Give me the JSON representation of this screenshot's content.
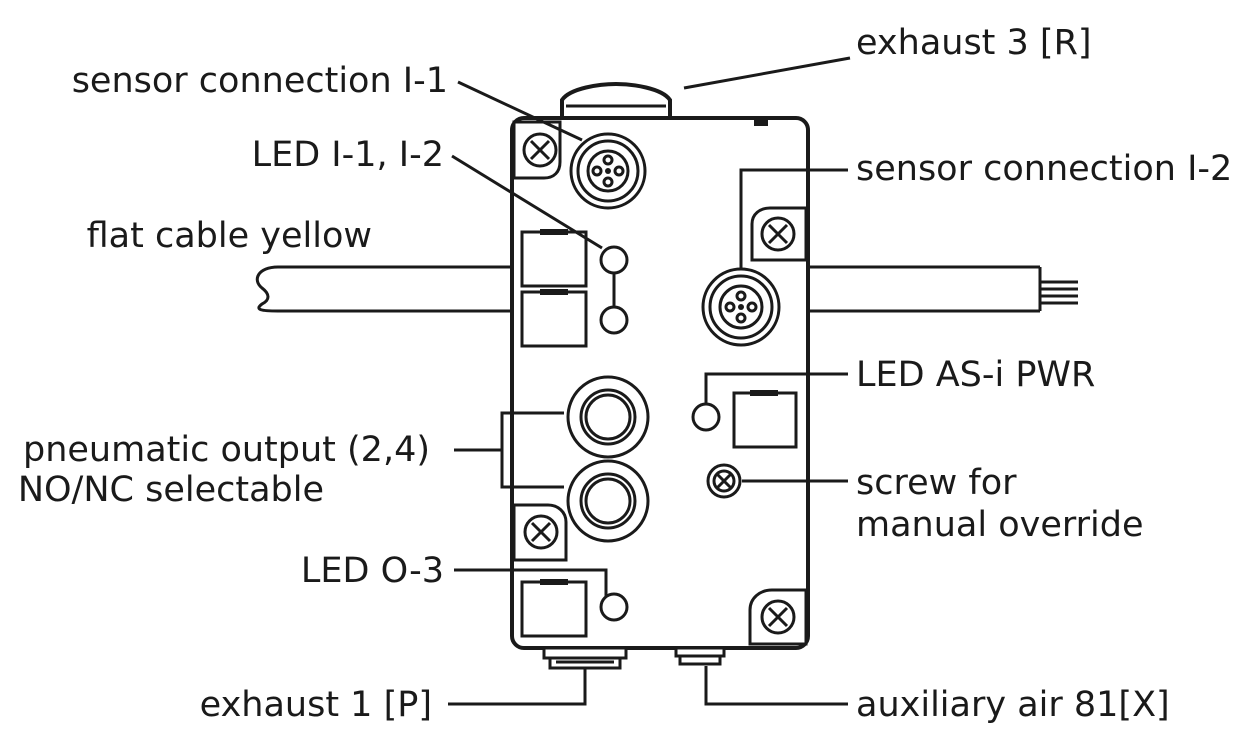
{
  "labels": {
    "exhaust_3": "exhaust 3 [R]",
    "sensor_connection_1": "sensor connection I-1",
    "led_i1_i2": "LED I-1, I-2",
    "sensor_connection_2": "sensor connection I-2",
    "flat_cable": "flat cable yellow",
    "led_asi_pwr": "LED AS-i PWR",
    "pneumatic_output_line1": "pneumatic output (2,4)",
    "pneumatic_output_line2": "NO/NC selectable",
    "screw_override_line1": "screw for",
    "screw_override_line2": "manual override",
    "led_o3": "LED O-3",
    "exhaust_1": "exhaust 1 [P]",
    "auxiliary_air": "auxiliary air 81[X]"
  }
}
